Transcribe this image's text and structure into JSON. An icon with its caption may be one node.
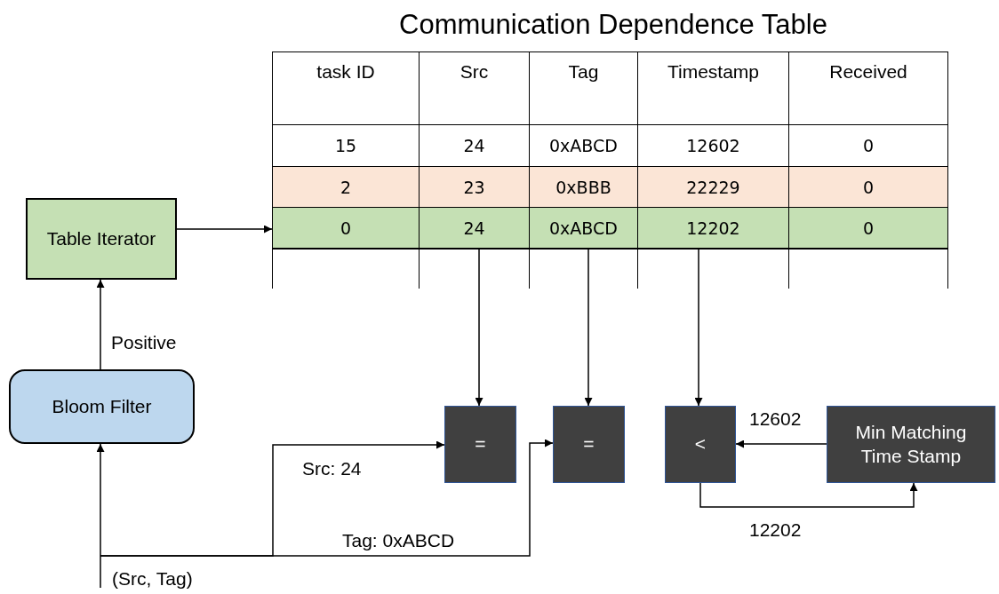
{
  "diagram": {
    "title": "Communication Dependence Table",
    "nodes": [
      {
        "text": [
          "Table Iterator"
        ]
      },
      {
        "text": [
          "Bloom Filter"
        ]
      },
      {
        "text": [],
        "shape": "bar"
      },
      {
        "text": [
          "0"
        ],
        "in": 2
      },
      {
        "text": [
          "24"
        ],
        "in": 2
      },
      {
        "text": [
          "0xABCD"
        ],
        "in": 2
      },
      {
        "text": [
          "12202"
        ],
        "in": 2
      },
      {
        "text": [
          "0"
        ],
        "in": 2
      },
      {
        "text": [
          "="
        ]
      },
      {
        "text": [
          "="
        ]
      },
      {
        "text": [
          "<"
        ]
      },
      {
        "text": [
          "Min Matching Time Stamp"
        ]
      }
    ],
    "edges": [
      {
        "from": 0,
        "to": 2,
        "arrow": "to"
      },
      {
        "from": 1,
        "to": 0,
        "arrow": "to",
        "label": "Positive"
      },
      {
        "from": null,
        "to": 1,
        "arrow": "to",
        "label": "(Src, Tag)"
      },
      {
        "from": null,
        "to": 8,
        "arrow": "to",
        "label": "Src: 24"
      },
      {
        "from": null,
        "to": 9,
        "arrow": "to",
        "label": "Tag: 0xABCD"
      },
      {
        "from": 4,
        "to": 8,
        "arrow": "to"
      },
      {
        "from": 5,
        "to": 9,
        "arrow": "to"
      },
      {
        "from": 6,
        "to": 10,
        "arrow": "to"
      },
      {
        "from": 11,
        "to": 10,
        "arrow": "to",
        "label": "12602"
      },
      {
        "from": 10,
        "to": 11,
        "arrow": "to",
        "label": "12202"
      }
    ],
    "labels": [
      "task ID",
      "Src",
      "Tag",
      "Timestamp",
      "Received",
      "15",
      "24",
      "0xABCD",
      "12602",
      "0",
      "2",
      "23",
      "0xBBB",
      "22229",
      "0"
    ]
  }
}
